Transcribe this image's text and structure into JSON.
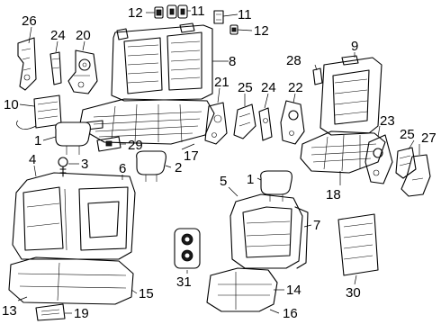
{
  "callouts": [
    {
      "id": "26",
      "part": "bracket-left-upper"
    },
    {
      "id": "24",
      "part": "hinge-left-upper"
    },
    {
      "id": "20",
      "part": "recliner-left-upper"
    },
    {
      "id": "12",
      "part": "clip-top-left"
    },
    {
      "id": "11",
      "part": "clip-top-center"
    },
    {
      "id": "11",
      "part": "clip-top-right"
    },
    {
      "id": "12",
      "part": "clip-right"
    },
    {
      "id": "8",
      "part": "rear-seatback-frame"
    },
    {
      "id": "9",
      "part": "front-seatback-frame"
    },
    {
      "id": "28",
      "part": "small-bracket"
    },
    {
      "id": "10",
      "part": "armrest-pad"
    },
    {
      "id": "21",
      "part": "hinge-center"
    },
    {
      "id": "25",
      "part": "trim-cover-center"
    },
    {
      "id": "24",
      "part": "hinge-center-right"
    },
    {
      "id": "22",
      "part": "recliner-center"
    },
    {
      "id": "1",
      "part": "headrest-left"
    },
    {
      "id": "29",
      "part": "buckle-plate"
    },
    {
      "id": "17",
      "part": "rear-cushion-frame"
    },
    {
      "id": "23",
      "part": "recliner-right"
    },
    {
      "id": "25",
      "part": "trim-cover-right"
    },
    {
      "id": "27",
      "part": "side-shield"
    },
    {
      "id": "3",
      "part": "bolt"
    },
    {
      "id": "2",
      "part": "headrest-center"
    },
    {
      "id": "4",
      "part": "rear-back-cover"
    },
    {
      "id": "6",
      "part": "rear-back-cover-right"
    },
    {
      "id": "1",
      "part": "headrest-right"
    },
    {
      "id": "5",
      "part": "front-back-cover"
    },
    {
      "id": "18",
      "part": "front-cushion-frame"
    },
    {
      "id": "7",
      "part": "front-back-panel"
    },
    {
      "id": "31",
      "part": "cupholder"
    },
    {
      "id": "30",
      "part": "back-panel"
    },
    {
      "id": "15",
      "part": "rear-cushion-cover"
    },
    {
      "id": "14",
      "part": "front-cushion-cover"
    },
    {
      "id": "13",
      "part": "rear-cushion-pad"
    },
    {
      "id": "19",
      "part": "bracket-pad"
    },
    {
      "id": "16",
      "part": "front-cushion-pad"
    }
  ]
}
